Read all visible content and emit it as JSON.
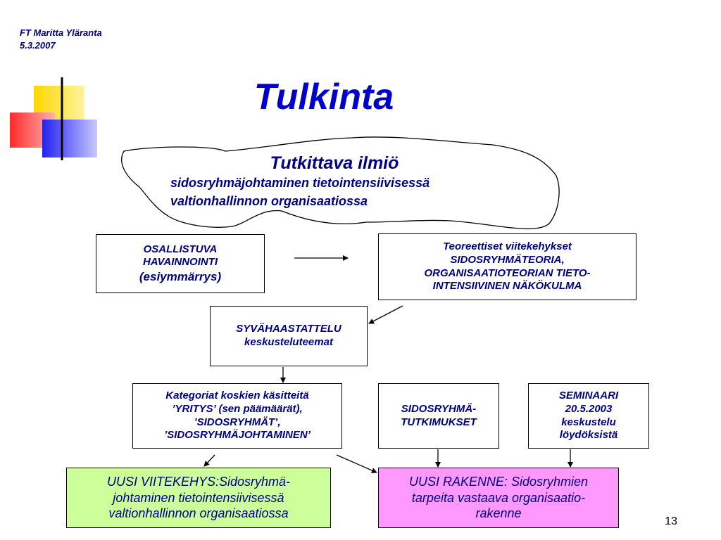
{
  "header": {
    "author_line1": "FT Maritta Yläranta",
    "author_line2": "5.3.2007"
  },
  "title": "Tulkinta",
  "blob": {
    "title": "Tutkittava ilmiö",
    "line1": "sidosryhmäjohtaminen tietointensiivisessä",
    "line2": "valtionhallinnon organisaatiossa"
  },
  "boxes": {
    "osallistuva": {
      "line1": "OSALLISTUVA",
      "line2": "HAVAINNOINTI",
      "line3": "(esiymmärrys)"
    },
    "teoreettiset": {
      "line1": "Teoreettiset viitekehykset",
      "line2": "SIDOSRYHMÄTEORIA,",
      "line3": "ORGANISAATIOTEORIAN TIETO-",
      "line4": "INTENSIIVINEN NÄKÖKULMA"
    },
    "syvahaastattelu": {
      "line1": "SYVÄHAASTATTELU",
      "line2": "keskusteluteemat"
    },
    "kategoriat": {
      "line1": "Kategoriat koskien käsitteitä",
      "line2": "’YRITYS’ (sen päämäärät),",
      "line3": "’SIDOSRYHMÄT’,",
      "line4": "’SIDOSRYHMÄJOHTAMINEN’"
    },
    "tutkimukset": {
      "line1": "SIDOSRYHMÄ-",
      "line2": "TUTKIMUKSET"
    },
    "seminaari": {
      "line1": "SEMINAARI",
      "line2": "20.5.2003",
      "line3": "keskustelu",
      "line4": "löydöksistä"
    },
    "viitekehys": {
      "line1": "UUSI VIITEKEHYS:Sidosryhmä-",
      "line2": "johtaminen tietointensiivisessä",
      "line3": "valtionhallinnon organisaatiossa"
    },
    "rakenne": {
      "line1": "UUSI RAKENNE: Sidosryhmien",
      "line2": "tarpeita vastaava organisaatio-",
      "line3": "rakenne"
    }
  },
  "colors": {
    "text": "#000080",
    "title": "#0000cc",
    "viitekehys_fill": "#ccff99",
    "rakenne_fill": "#ff99ff",
    "deco_yellow": "#ffd700",
    "deco_red": "#ff3333",
    "deco_blue": "#3333ff"
  },
  "page_number": "13"
}
